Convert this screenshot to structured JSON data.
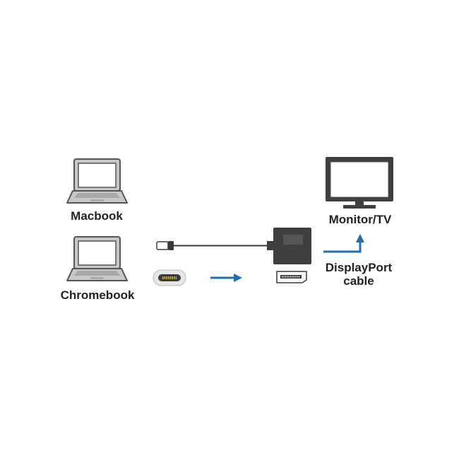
{
  "labels": {
    "macbook": "Macbook",
    "chromebook": "Chromebook",
    "monitor": "Monitor/TV",
    "displayport_line1": "DisplayPort",
    "displayport_line2": "cable"
  },
  "colors": {
    "outline": "#555555",
    "screen_fill": "#ffffff",
    "keyboard_fill": "#a9a9a9",
    "body_fill": "#c8c8c8",
    "cable": "#3a3a3a",
    "adapter": "#3f3f3f",
    "arrow": "#1f6fb5",
    "usbc_pins": "#d8b820"
  }
}
